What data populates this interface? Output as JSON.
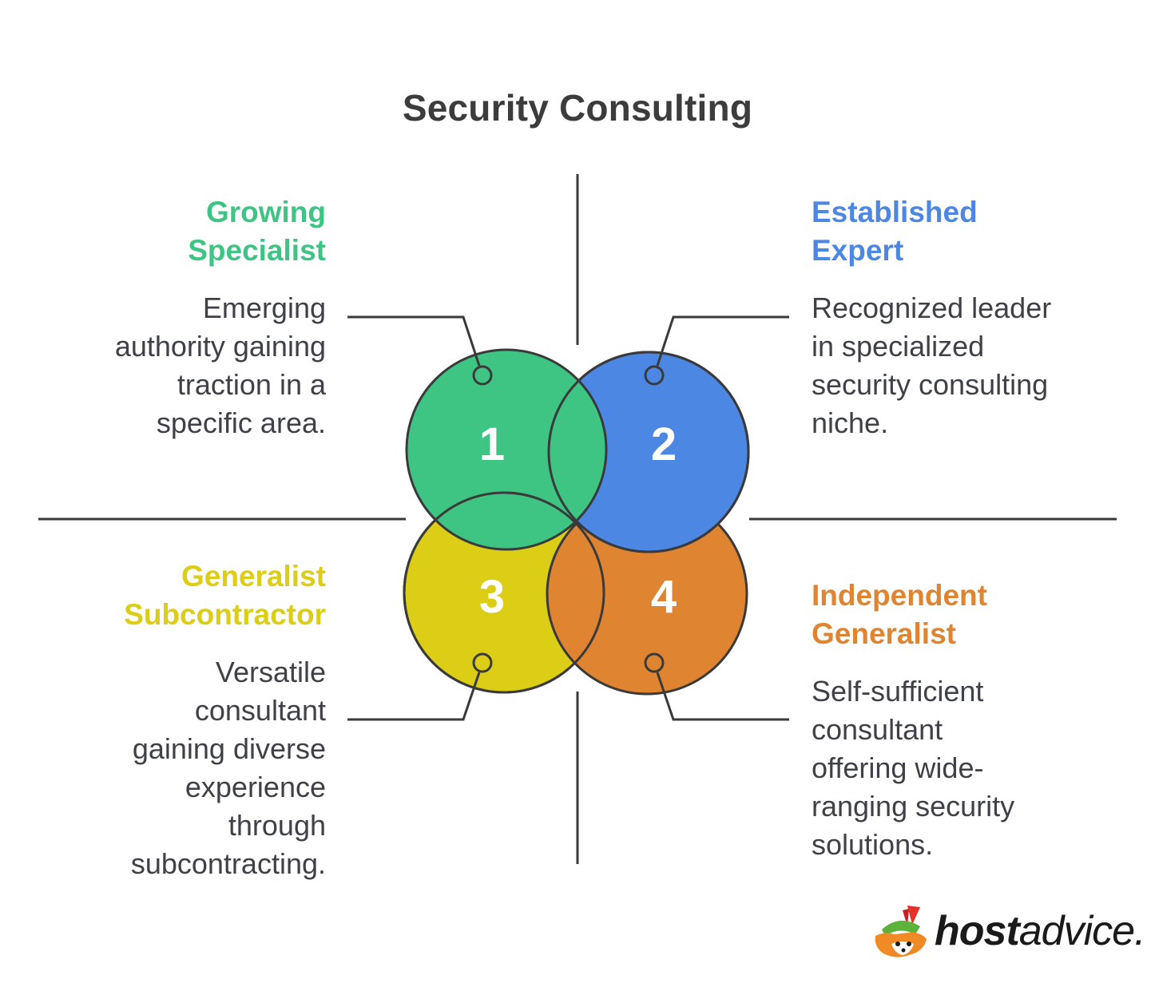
{
  "title": "Security Consulting",
  "quadrants": [
    {
      "number": "1",
      "title_line1": "Growing",
      "title_line2": "Specialist",
      "desc_lines": [
        "Emerging",
        "authority gaining",
        "traction in a",
        "specific area."
      ],
      "color": "#3ec584"
    },
    {
      "number": "2",
      "title_line1": "Established",
      "title_line2": "Expert",
      "desc_lines": [
        "Recognized leader",
        "in specialized",
        "security consulting",
        "niche."
      ],
      "color": "#4d87e4"
    },
    {
      "number": "3",
      "title_line1": "Generalist",
      "title_line2": "Subcontractor",
      "desc_lines": [
        "Versatile",
        "consultant",
        "gaining diverse",
        "experience",
        "through",
        "subcontracting."
      ],
      "color": "#dccd16"
    },
    {
      "number": "4",
      "title_line1": "Independent",
      "title_line2": "Generalist",
      "desc_lines": [
        "Self-sufficient",
        "consultant",
        "offering wide-",
        "ranging security",
        "solutions."
      ],
      "color": "#df8431"
    }
  ],
  "brand": {
    "bold": "host",
    "light": "advice."
  },
  "icons": {
    "logo": "fox-mascot-icon"
  }
}
